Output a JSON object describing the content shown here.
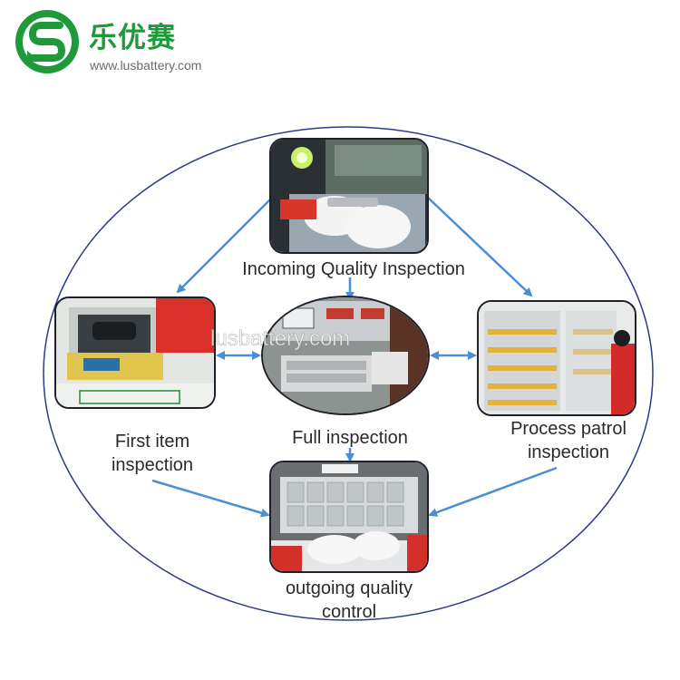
{
  "header": {
    "brand_name": "乐优赛",
    "website": "www.lusbattery.com",
    "logo_icon": "s-arrow-logo-icon",
    "brand_color": "#1f9a3a"
  },
  "diagram": {
    "nodes": {
      "incoming": {
        "label": "Incoming Quality Inspection"
      },
      "first_item": {
        "label_line1": "First item",
        "label_line2": "inspection"
      },
      "full": {
        "label": "Full inspection"
      },
      "process": {
        "label_line1": "Process patrol",
        "label_line2": "inspection"
      },
      "outgoing": {
        "label_line1": "outgoing quality",
        "label_line2": "control"
      }
    },
    "watermark": "lusbattery.com",
    "arrow_color": "#4a8fd6",
    "ellipse_color": "#2f3a8a"
  }
}
